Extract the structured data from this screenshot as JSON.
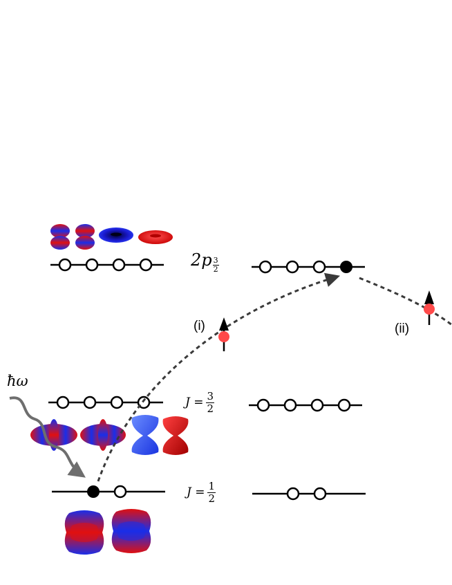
{
  "labels": {
    "level_2p32_main": "2p",
    "level_2p32_num": "3",
    "level_2p32_den": "2",
    "j32_prefix": "J =",
    "j32_num": "3",
    "j32_den": "2",
    "j12_prefix": "J =",
    "j12_num": "1",
    "j12_den": "2",
    "photon": "ħω",
    "step_i": "(i)",
    "step_ii": "(ii)"
  },
  "colors": {
    "line": "#000000",
    "dashed_path": "#3a3a3a",
    "photon_wave": "#6e6e6e",
    "spin_ball": "#ff4a4a",
    "electron": "#000000",
    "orbital_red": "#e01010",
    "orbital_blue": "#1a2ee8"
  },
  "icons": [
    "orbital-lobe-icon",
    "torus-orbital-icon",
    "cone-orbital-icon",
    "cube-orbital-icon",
    "spin-up-arrow-icon",
    "photon-wave-icon"
  ]
}
